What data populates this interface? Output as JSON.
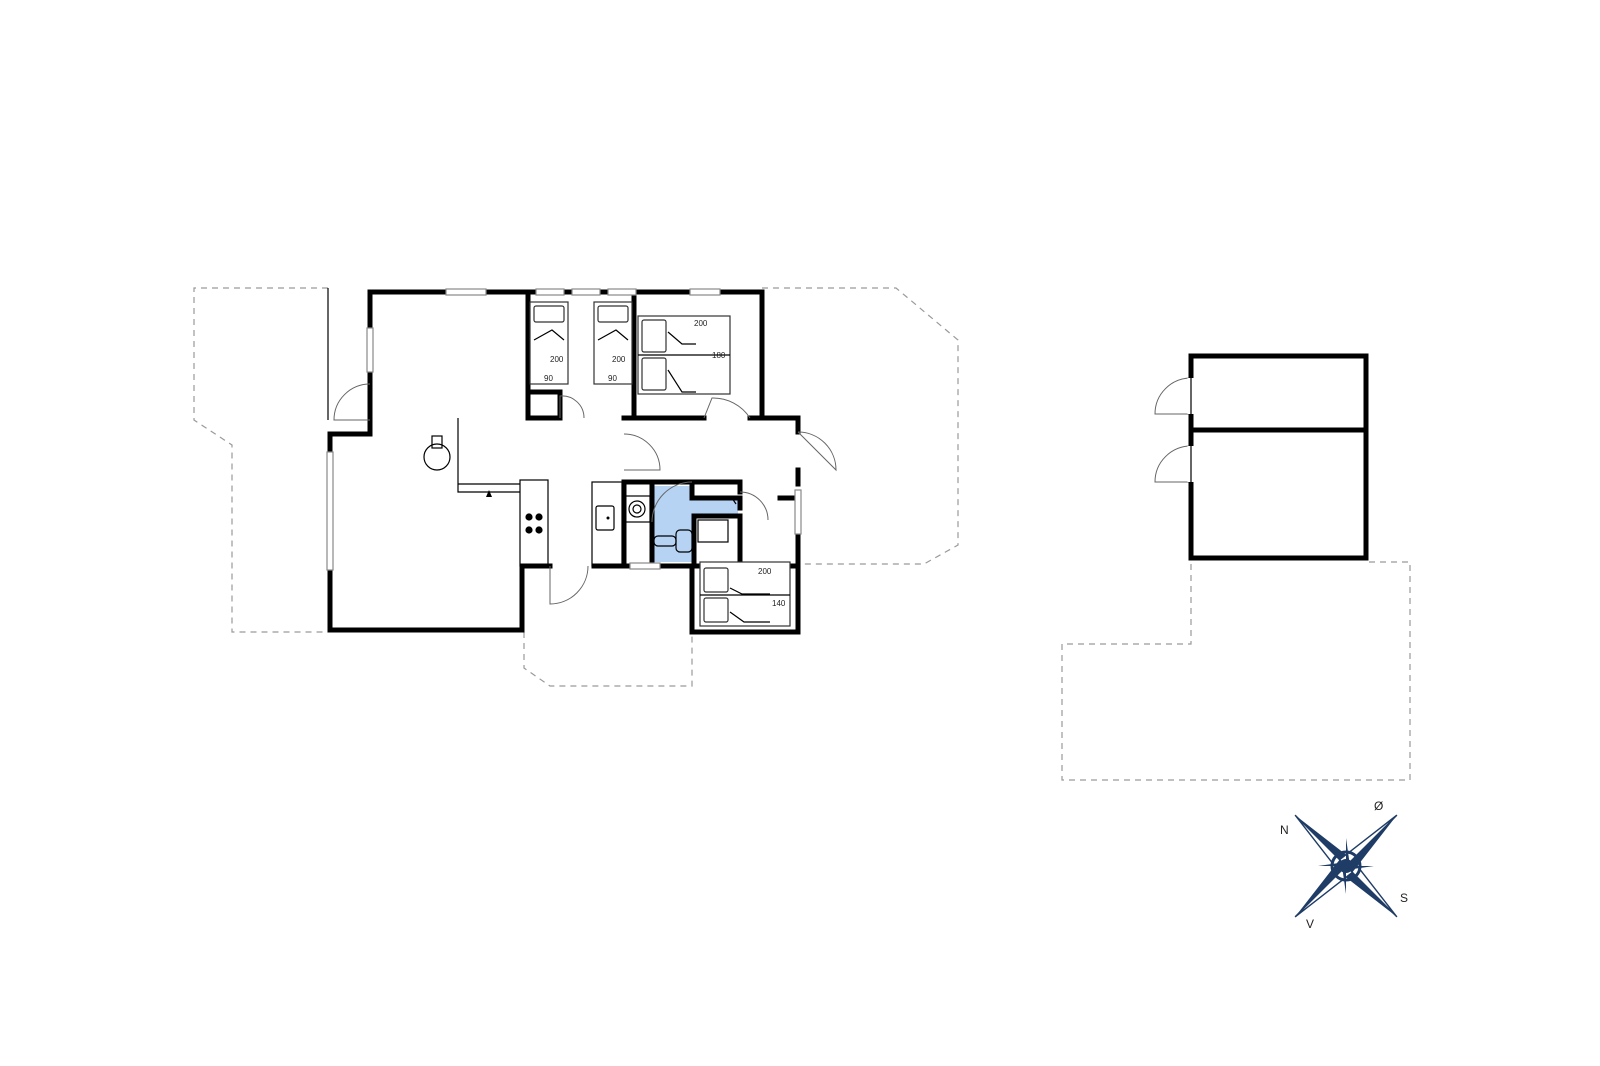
{
  "beds": {
    "single_1": {
      "length": "200",
      "width": "90"
    },
    "single_2": {
      "length": "200",
      "width": "90"
    },
    "double_1": {
      "length": "200",
      "width": "180"
    },
    "double_2": {
      "length": "200",
      "width": "140"
    }
  },
  "compass": {
    "n": "N",
    "e": "Ø",
    "s": "S",
    "w": "V"
  },
  "colors": {
    "bathroom": "#b6d3f4",
    "compass": "#1f3c66"
  }
}
